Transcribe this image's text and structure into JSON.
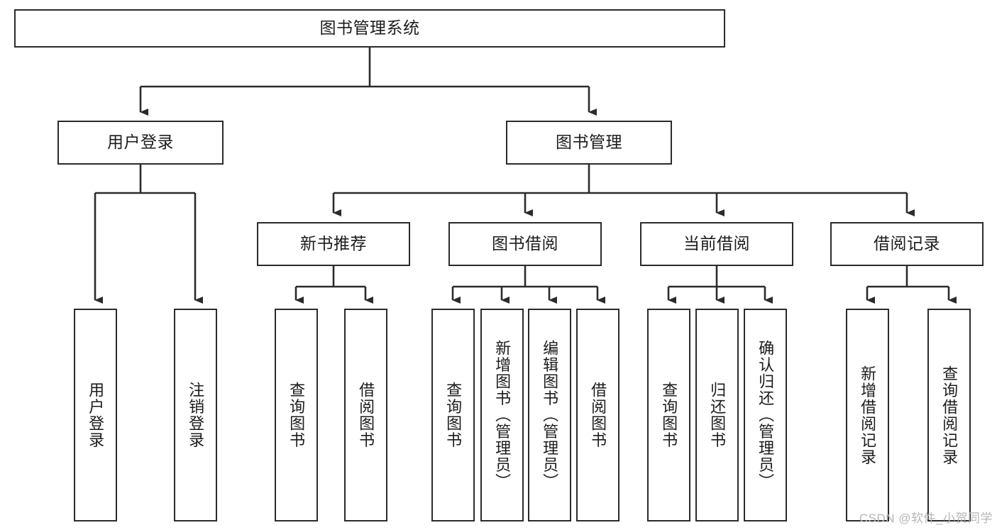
{
  "diagram": {
    "title": "图书管理系统",
    "colors": {
      "box_border": "#2b2b2b",
      "box_fill": "#ffffff",
      "edge": "#2b2b2b",
      "text": "#1c1c1c",
      "watermark": "#b6b6b6",
      "background": "#ffffff"
    },
    "root": {
      "label": "图书管理系统"
    },
    "level1": [
      {
        "label": "用户登录"
      },
      {
        "label": "图书管理"
      }
    ],
    "level2": [
      {
        "label": "新书推荐"
      },
      {
        "label": "图书借阅"
      },
      {
        "label": "当前借阅"
      },
      {
        "label": "借阅记录"
      }
    ],
    "leaves": {
      "user_login": [
        {
          "label": "用户登录"
        },
        {
          "label": "注销登录"
        }
      ],
      "new_book_recommend": [
        {
          "label": "查询图书"
        },
        {
          "label": "借阅图书"
        }
      ],
      "book_borrow": [
        {
          "label": "查询图书"
        },
        {
          "label": "新增图书（管理员）"
        },
        {
          "label": "编辑图书（管理员）"
        },
        {
          "label": "借阅图书"
        }
      ],
      "current_borrow": [
        {
          "label": "查询图书"
        },
        {
          "label": "归还图书"
        },
        {
          "label": "确认归还（管理员）"
        }
      ],
      "borrow_records": [
        {
          "label": "新增借阅记录"
        },
        {
          "label": "查询借阅记录"
        }
      ]
    }
  },
  "watermark": {
    "text": "CSDN @软件_小贺同学"
  }
}
